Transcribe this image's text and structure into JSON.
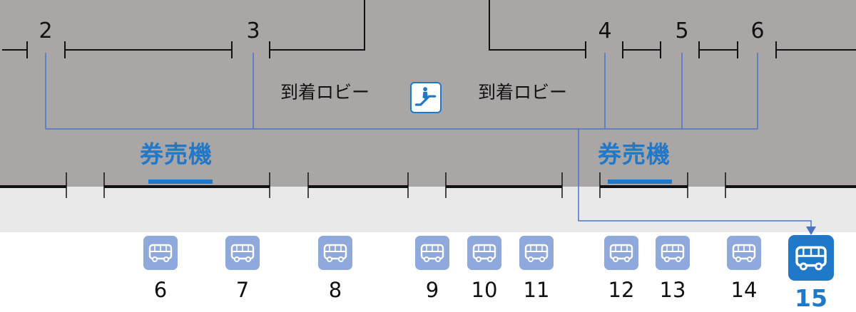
{
  "gates": [
    "2",
    "3",
    "4",
    "5",
    "6"
  ],
  "lobby_labels": [
    "到着ロビー",
    "到着ロビー"
  ],
  "ticket_machine_labels": [
    "券売機",
    "券売機"
  ],
  "bus_stops": [
    "6",
    "7",
    "8",
    "9",
    "10",
    "11",
    "12",
    "13",
    "14"
  ],
  "highlighted_stop": "15",
  "icons": {
    "escalator": "escalator-icon",
    "bus": "bus-icon",
    "highlighted_bus": "bus-icon"
  },
  "colors": {
    "building": "#aaa6a5",
    "sidewalk": "#e9e9e9",
    "accent": "#1f78c8",
    "bus_icon": "#8fa9dc",
    "route_line": "#4a73c4"
  }
}
